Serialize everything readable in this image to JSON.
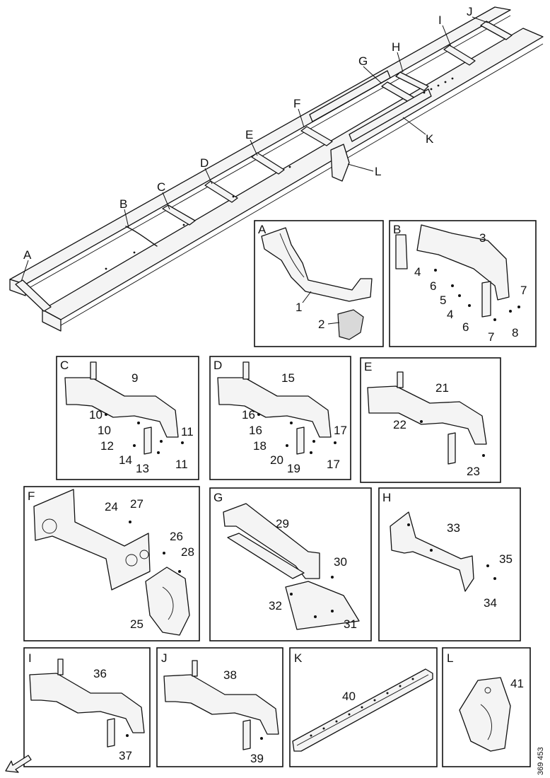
{
  "overview": {
    "callouts": [
      "A",
      "B",
      "C",
      "D",
      "E",
      "F",
      "G",
      "H",
      "I",
      "J",
      "K",
      "L"
    ]
  },
  "panels": {
    "A": {
      "letter": "A",
      "parts": [
        "1",
        "2"
      ]
    },
    "B": {
      "letter": "B",
      "parts": [
        "3",
        "4",
        "6",
        "5",
        "4",
        "6",
        "7",
        "8",
        "7"
      ]
    },
    "C": {
      "letter": "C",
      "parts": [
        "9",
        "10",
        "10",
        "11",
        "12",
        "14",
        "13",
        "11"
      ]
    },
    "D": {
      "letter": "D",
      "parts": [
        "15",
        "16",
        "16",
        "17",
        "18",
        "20",
        "19",
        "17"
      ]
    },
    "E": {
      "letter": "E",
      "parts": [
        "21",
        "22",
        "23"
      ]
    },
    "F": {
      "letter": "F",
      "parts": [
        "24",
        "27",
        "26",
        "28",
        "25"
      ]
    },
    "G": {
      "letter": "G",
      "parts": [
        "29",
        "30",
        "32",
        "31"
      ]
    },
    "H": {
      "letter": "H",
      "parts": [
        "33",
        "35",
        "34"
      ]
    },
    "I": {
      "letter": "I",
      "parts": [
        "36",
        "37"
      ]
    },
    "J": {
      "letter": "J",
      "parts": [
        "38",
        "39"
      ]
    },
    "K": {
      "letter": "K",
      "parts": [
        "40"
      ]
    },
    "L": {
      "letter": "L",
      "parts": [
        "41"
      ]
    }
  },
  "reference_number": "369 453",
  "icons": {
    "front_arrow": "arrow-down-left-icon"
  }
}
